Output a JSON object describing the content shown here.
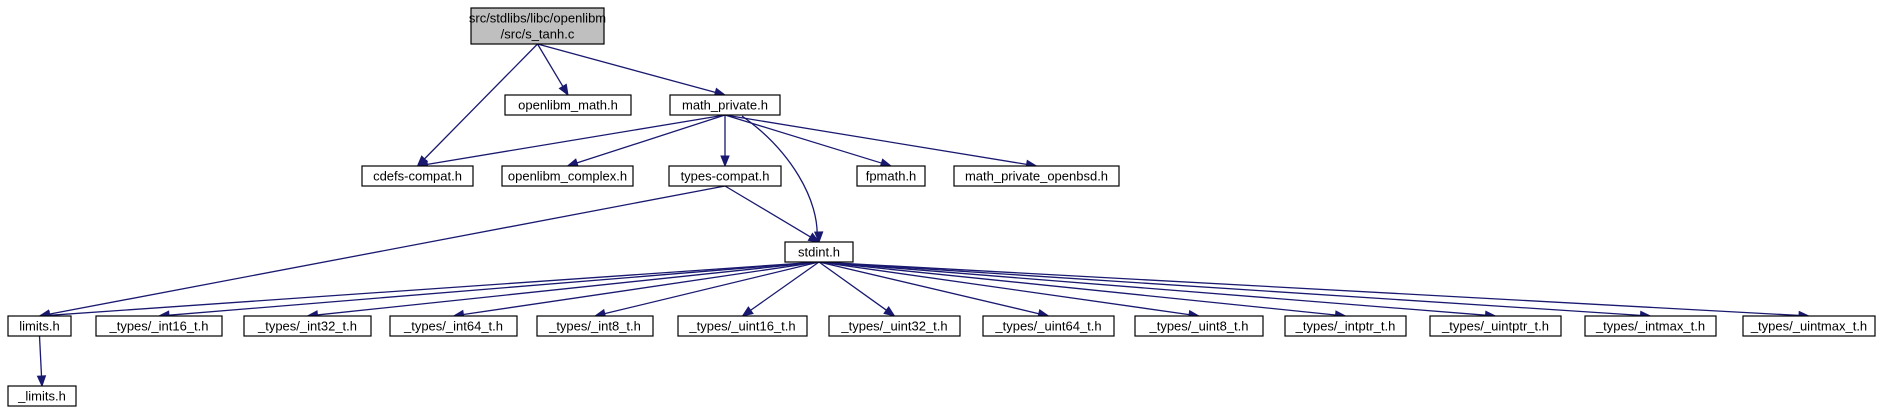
{
  "nodes": [
    {
      "id": "s_tanh",
      "lines": [
        "src/stdlibs/libc/openlibm",
        "/src/s_tanh.c"
      ],
      "root": true
    },
    {
      "id": "openlibm_math",
      "lines": [
        "openlibm_math.h"
      ]
    },
    {
      "id": "math_private",
      "lines": [
        "math_private.h"
      ]
    },
    {
      "id": "cdefs_compat",
      "lines": [
        "cdefs-compat.h"
      ]
    },
    {
      "id": "openlibm_complex",
      "lines": [
        "openlibm_complex.h"
      ]
    },
    {
      "id": "types_compat",
      "lines": [
        "types-compat.h"
      ]
    },
    {
      "id": "fpmath",
      "lines": [
        "fpmath.h"
      ]
    },
    {
      "id": "math_private_openbsd",
      "lines": [
        "math_private_openbsd.h"
      ]
    },
    {
      "id": "stdint",
      "lines": [
        "stdint.h"
      ]
    },
    {
      "id": "limits",
      "lines": [
        "limits.h"
      ]
    },
    {
      "id": "int16",
      "lines": [
        "_types/_int16_t.h"
      ]
    },
    {
      "id": "int32",
      "lines": [
        "_types/_int32_t.h"
      ]
    },
    {
      "id": "int64",
      "lines": [
        "_types/_int64_t.h"
      ]
    },
    {
      "id": "int8",
      "lines": [
        "_types/_int8_t.h"
      ]
    },
    {
      "id": "uint16",
      "lines": [
        "_types/_uint16_t.h"
      ]
    },
    {
      "id": "uint32",
      "lines": [
        "_types/_uint32_t.h"
      ]
    },
    {
      "id": "uint64",
      "lines": [
        "_types/_uint64_t.h"
      ]
    },
    {
      "id": "uint8",
      "lines": [
        "_types/_uint8_t.h"
      ]
    },
    {
      "id": "intptr",
      "lines": [
        "_types/_intptr_t.h"
      ]
    },
    {
      "id": "uintptr",
      "lines": [
        "_types/_uintptr_t.h"
      ]
    },
    {
      "id": "intmax",
      "lines": [
        "_types/_intmax_t.h"
      ]
    },
    {
      "id": "uintmax",
      "lines": [
        "_types/_uintmax_t.h"
      ]
    },
    {
      "id": "_limits",
      "lines": [
        "_limits.h"
      ]
    }
  ],
  "edges": [
    {
      "from": "s_tanh",
      "to": "openlibm_math"
    },
    {
      "from": "s_tanh",
      "to": "math_private"
    },
    {
      "from": "s_tanh",
      "to": "cdefs_compat"
    },
    {
      "from": "math_private",
      "to": "cdefs_compat"
    },
    {
      "from": "math_private",
      "to": "openlibm_complex"
    },
    {
      "from": "math_private",
      "to": "types_compat"
    },
    {
      "from": "math_private",
      "to": "stdint"
    },
    {
      "from": "math_private",
      "to": "fpmath"
    },
    {
      "from": "math_private",
      "to": "math_private_openbsd"
    },
    {
      "from": "types_compat",
      "to": "stdint"
    },
    {
      "from": "types_compat",
      "to": "limits"
    },
    {
      "from": "stdint",
      "to": "limits"
    },
    {
      "from": "stdint",
      "to": "int16"
    },
    {
      "from": "stdint",
      "to": "int32"
    },
    {
      "from": "stdint",
      "to": "int64"
    },
    {
      "from": "stdint",
      "to": "int8"
    },
    {
      "from": "stdint",
      "to": "uint16"
    },
    {
      "from": "stdint",
      "to": "uint32"
    },
    {
      "from": "stdint",
      "to": "uint64"
    },
    {
      "from": "stdint",
      "to": "uint8"
    },
    {
      "from": "stdint",
      "to": "intptr"
    },
    {
      "from": "stdint",
      "to": "uintptr"
    },
    {
      "from": "stdint",
      "to": "intmax"
    },
    {
      "from": "stdint",
      "to": "uintmax"
    },
    {
      "from": "limits",
      "to": "_limits"
    }
  ],
  "colors": {
    "edge": "#191970",
    "root_fill": "#bfbfbf",
    "node_fill": "#ffffff",
    "border": "#000000"
  }
}
